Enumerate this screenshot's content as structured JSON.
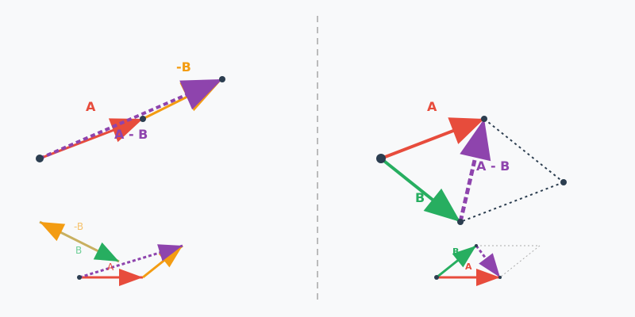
{
  "colors": {
    "A": "#e74c3c",
    "B": "#27ae60",
    "negB": "#f39c12",
    "diff": "#8e44ad",
    "point": "#2c3e50",
    "divider": "#bbbbbb"
  },
  "left": {
    "main": {
      "label_a": "A",
      "label_neg_b": "-B",
      "label_diff": "A - B"
    },
    "inset": {
      "label_neg_b": "-B",
      "label_b": "B",
      "label_a": "A"
    }
  },
  "right": {
    "main": {
      "label_a": "A",
      "label_b": "B",
      "label_diff": "A - B"
    },
    "inset": {
      "label_b": "B",
      "label_a": "A"
    }
  }
}
